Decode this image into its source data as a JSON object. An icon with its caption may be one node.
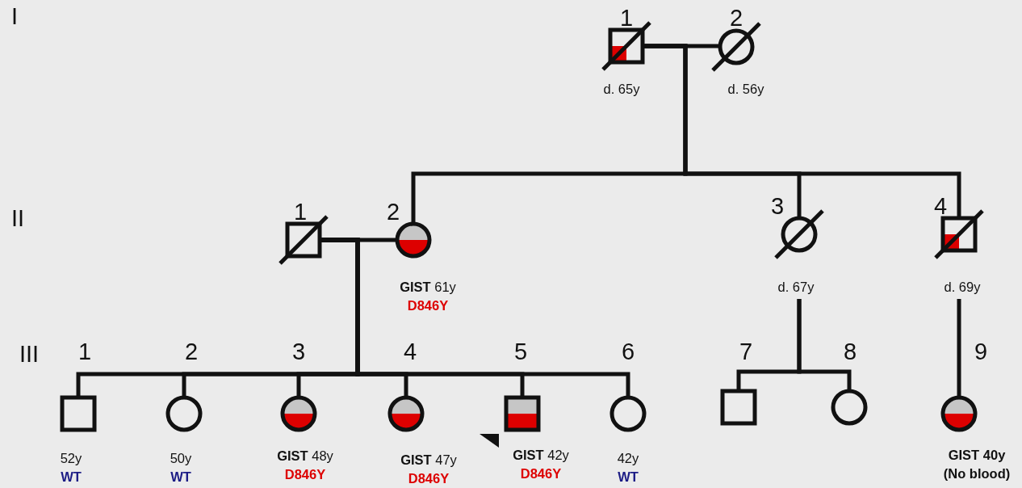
{
  "diagram": {
    "nodes": [
      {
        "text": [
          "1"
        ],
        "beside": [
          "d. 65y"
        ]
      },
      {
        "text": [
          "2"
        ],
        "beside": [
          "d. 56y"
        ]
      },
      {
        "text": [
          "1"
        ]
      },
      {
        "text": [
          "2"
        ],
        "beside": [
          "**GIST** 61y",
          "D846Y"
        ]
      },
      {
        "text": [
          "3"
        ],
        "beside": [
          "d. 67y"
        ]
      },
      {
        "text": [
          "4"
        ],
        "beside": [
          "d. 69y"
        ]
      },
      {
        "text": [
          "1"
        ],
        "beside": [
          "52y",
          "WT"
        ]
      },
      {
        "text": [
          "2"
        ],
        "beside": [
          "50y",
          "WT"
        ]
      },
      {
        "text": [
          "3"
        ],
        "beside": [
          "**GIST** 48y",
          "D846Y"
        ]
      },
      {
        "text": [
          "4"
        ],
        "beside": [
          "**GIST** 47y",
          "D846Y"
        ]
      },
      {
        "text": [
          "5"
        ],
        "beside": [
          "**GIST** 42y",
          "D846Y"
        ]
      },
      {
        "text": [
          "6"
        ],
        "beside": [
          "42y",
          "WT"
        ]
      },
      {
        "text": [
          "7"
        ]
      },
      {
        "text": [
          "8"
        ]
      },
      {
        "text": [
          "9"
        ],
        "beside": [
          "GIST 40y",
          "(No blood)"
        ]
      }
    ],
    "edges": [
      {
        "from": 0,
        "to": 1,
        "arrow": "none"
      },
      {
        "from": 0,
        "to": 3,
        "arrow": "none"
      },
      {
        "from": 0,
        "to": 4,
        "arrow": "none"
      },
      {
        "from": 0,
        "to": 5,
        "arrow": "none"
      },
      {
        "from": 2,
        "to": 3,
        "arrow": "none"
      },
      {
        "from": 2,
        "to": 6,
        "arrow": "none"
      },
      {
        "from": 2,
        "to": 7,
        "arrow": "none"
      },
      {
        "from": 2,
        "to": 8,
        "arrow": "none"
      },
      {
        "from": 2,
        "to": 9,
        "arrow": "none"
      },
      {
        "from": 2,
        "to": 10,
        "arrow": "none"
      },
      {
        "from": 2,
        "to": 11,
        "arrow": "none"
      },
      {
        "from": 4,
        "to": 12,
        "arrow": "none"
      },
      {
        "from": 4,
        "to": 13,
        "arrow": "none"
      },
      {
        "from": 5,
        "to": 14,
        "arrow": "none"
      }
    ],
    "labels": [
      "I",
      "II",
      "III"
    ]
  }
}
